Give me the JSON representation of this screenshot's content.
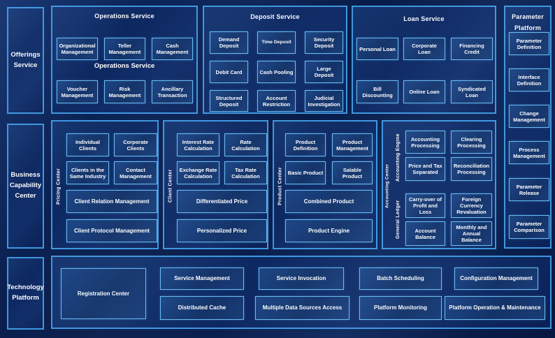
{
  "diagram": {
    "left_rail": {
      "offerings": "Offerings Service",
      "business_capability": "Business Capability Center",
      "technology": "Technology Platform"
    },
    "operations_service": {
      "title": "Operations Service",
      "subtitle": "Operations Service",
      "row1": [
        "Organizational Management",
        "Teller Management",
        "Cash Management"
      ],
      "row2": [
        "Voucher Management",
        "Risk Management",
        "Ancillary Transaction"
      ]
    },
    "deposit_service": {
      "title": "Deposit Service",
      "items": [
        "Demand Deposit",
        "Time Deposit",
        "Security Deposit",
        "Debit Card",
        "Cash Pooling",
        "Large Deposit",
        "Structured Deposit",
        "Account Restriction",
        "Judicial Investigation"
      ]
    },
    "loan_service": {
      "title": "Loan Service",
      "items": [
        "Personal Loan",
        "Corporate Loan",
        "Financing Credit",
        "Bill Discounting",
        "Online Loan",
        "Syndicated Loan"
      ]
    },
    "parameter_platform": {
      "title": "Parameter Platform",
      "items": [
        "Parameter Definition",
        "Interface Definition",
        "Change Management",
        "Process Management",
        "Parameter Release",
        "Parameter Comparison"
      ]
    },
    "pricing_center": {
      "label": "Pricing Center",
      "items": [
        "Individual Clients",
        "Corporate Clients",
        "Clients in the Same Industry",
        "Contact Management"
      ],
      "wide_items": [
        "Client Relation Management",
        "Client Protocol Management"
      ]
    },
    "client_center": {
      "label": "Client Center",
      "items": [
        "Interest Rate Calculation",
        "Rate Calculation",
        "Exchange Rate Calculation",
        "Tax Rate Calculation"
      ],
      "wide_items": [
        "Differentiated Price",
        "Personalized Price"
      ]
    },
    "product_center": {
      "label": "Product Center",
      "items": [
        "Product Definition",
        "Product Management",
        "Basic Product",
        "Salable Product"
      ],
      "wide_items": [
        "Combined Product",
        "Product Engine"
      ]
    },
    "accounting_center": {
      "label": "Accounting Center",
      "accounting_engine": {
        "label": "Accounting Engine",
        "items": [
          "Accounting Processing",
          "Clearing Processing",
          "Price and Tax Separated",
          "Reconciliation Processing"
        ]
      },
      "general_ledger": {
        "label": "General Ledger",
        "items": [
          "Carry-over of Profit and Loss",
          "Foreign Currency Revaluation",
          "Account Balance",
          "Monthly and Annual Balance"
        ]
      }
    },
    "technology_platform": {
      "registration": "Registration Center",
      "row1": [
        "Service Management",
        "Service Invocation",
        "Batch Scheduling",
        "Configuration Management"
      ],
      "row2": [
        "Distributed Cache",
        "Multiple Data Sources Access",
        "Platform Monitoring",
        "Platform Operation & Maintenance"
      ]
    },
    "colors": {
      "background": "#0a1e4e",
      "panel_border": "#3f97df",
      "box_border": "#69bdf2",
      "text": "#ffffff"
    }
  }
}
